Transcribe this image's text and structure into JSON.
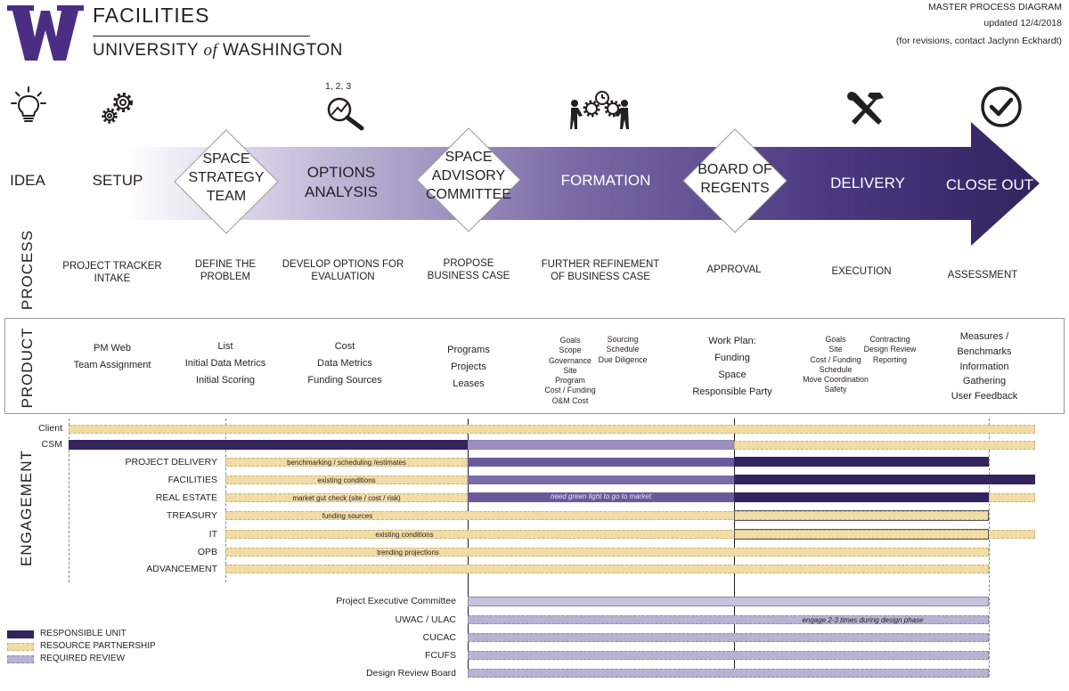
{
  "header": {
    "logo_letter": "W",
    "brand_top": "FACILITIES",
    "brand_bottom_1": "UNIVERSITY",
    "brand_bottom_of": "of",
    "brand_bottom_2": "WASHINGTON",
    "diagram_title": "MASTER PROCESS DIAGRAM",
    "updated": "updated 12/4/2018",
    "revisions": "(for revisions, contact Jaclynn Eckhardt)"
  },
  "colors": {
    "uw_purple": "#4b2e83",
    "responsible": "#33235f",
    "partnership": "#f2dca6",
    "review": "#b9b3d3"
  },
  "icons": [
    "lightbulb-icon",
    "gears-icon",
    "magnifier-chart-icon",
    "team-gears-icon",
    "tools-icon",
    "checkmark-circle-icon"
  ],
  "options_icon_caption": "1, 2, 3",
  "phases": {
    "idea": "IDEA",
    "setup": "SETUP",
    "space_strategy": [
      "SPACE",
      "STRATEGY",
      "TEAM"
    ],
    "options": [
      "OPTIONS",
      "ANALYSIS"
    ],
    "space_advisory": [
      "SPACE",
      "ADVISORY",
      "COMMITTEE"
    ],
    "formation": "FORMATION",
    "board": [
      "BOARD OF",
      "REGENTS"
    ],
    "delivery": "DELIVERY",
    "closeout": "CLOSE OUT"
  },
  "section_labels": {
    "process": "PROCESS",
    "product": "PRODUCT",
    "engagement": "ENGAGEMENT"
  },
  "process": {
    "p1": [
      "PROJECT TRACKER",
      "INTAKE"
    ],
    "p2": [
      "DEFINE THE",
      "PROBLEM"
    ],
    "p3": [
      "DEVELOP OPTIONS FOR",
      "EVALUATION"
    ],
    "p4": [
      "PROPOSE",
      "BUSINESS CASE"
    ],
    "p5": [
      "FURTHER REFINEMENT",
      "OF BUSINESS CASE"
    ],
    "p6": [
      "APPROVAL"
    ],
    "p7": [
      "EXECUTION"
    ],
    "p8": [
      "ASSESSMENT"
    ]
  },
  "product": {
    "c1": [
      "PM Web",
      "Team Assignment"
    ],
    "c2": [
      "List",
      "Initial Data Metrics",
      "Initial Scoring"
    ],
    "c3": [
      "Cost",
      "Data Metrics",
      "Funding Sources"
    ],
    "c4": [
      "Programs",
      "Projects",
      "Leases"
    ],
    "c5a": [
      "Goals",
      "Scope",
      "Governance",
      "Site",
      "Program",
      "Cost / Funding",
      "O&M Cost"
    ],
    "c5b": [
      "Sourcing",
      "Schedule",
      "Due Diligence"
    ],
    "c6": [
      "Work Plan:",
      "Funding",
      "Space",
      "Responsible Party"
    ],
    "c7a": [
      "Goals",
      "Site",
      "Cost / Funding",
      "Schedule",
      "Move Coordination",
      "Safety"
    ],
    "c7b": [
      "Contracting",
      "Design Review",
      "Reporting"
    ],
    "c8": [
      "Measures /",
      "Benchmarks",
      "Information",
      "Gathering",
      "User Feedback"
    ]
  },
  "engagement": {
    "rows": {
      "client": "Client",
      "csm": "CSM",
      "project_delivery": "PROJECT DELIVERY",
      "facilities": "FACILITIES",
      "real_estate": "REAL ESTATE",
      "treasury": "TREASURY",
      "it": "IT",
      "opb": "OPB",
      "advancement": "ADVANCEMENT",
      "pec": "Project Executive Committee",
      "uwac": "UWAC  / ULAC",
      "cucac": "CUCAC",
      "fcufs": "FCUFS",
      "drb": "Design Review Board"
    },
    "notes": {
      "benchmarking": "benchmarking / scheduling /estimates",
      "existing1": "existing conditions",
      "market": "market gut check (site / cost / risk)",
      "green_light": "need green light to go to market",
      "funding": "funding sources",
      "existing2": "existing conditions",
      "trending": "trending projections",
      "engage": "engage 2-3 times during design phase"
    }
  },
  "legend": {
    "responsible": "RESPONSIBLE UNIT",
    "partnership": "RESOURCE PARTNERSHIP",
    "review": "REQUIRED REVIEW"
  }
}
